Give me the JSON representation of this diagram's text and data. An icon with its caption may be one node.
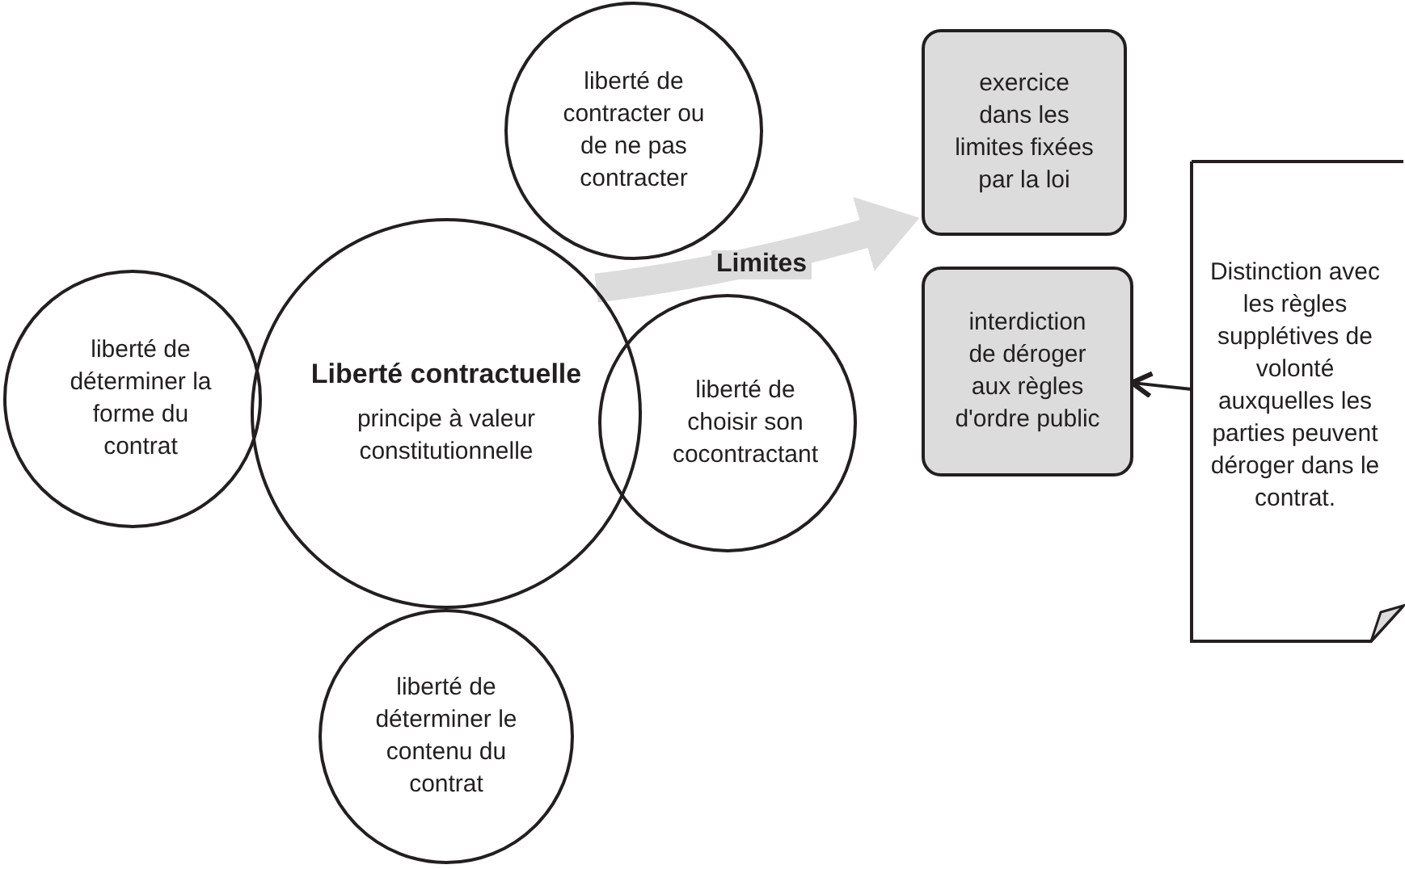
{
  "diagram": {
    "nodes": [
      {
        "text": [
          "liberté de contracter ou de ne pas contracter"
        ]
      },
      {
        "text": [
          "liberté de déterminer la forme du contrat"
        ]
      },
      {
        "text": [
          "Liberté contractuelle",
          "principe à valeur constitutionnelle"
        ]
      },
      {
        "text": [
          "liberté de choisir son cocontractant"
        ]
      },
      {
        "text": [
          "liberté de déterminer le contenu du contrat"
        ]
      },
      {
        "text": [
          "exercice dans les limites fixées par la loi"
        ]
      },
      {
        "text": [
          "interdiction de déroger aux règles d'ordre public"
        ]
      },
      {
        "text": [
          "Distinction avec les règles supplétives de volonté auxquelles les parties peuvent déroger dans le contrat."
        ]
      }
    ],
    "edges": [
      {
        "from": 2,
        "to": 5,
        "arrow": "to",
        "label": "Limites",
        "style": "thick",
        "color": "#dcdcdc"
      },
      {
        "from": 7,
        "to": 6,
        "arrow": "to",
        "color": "#231f20"
      }
    ]
  }
}
